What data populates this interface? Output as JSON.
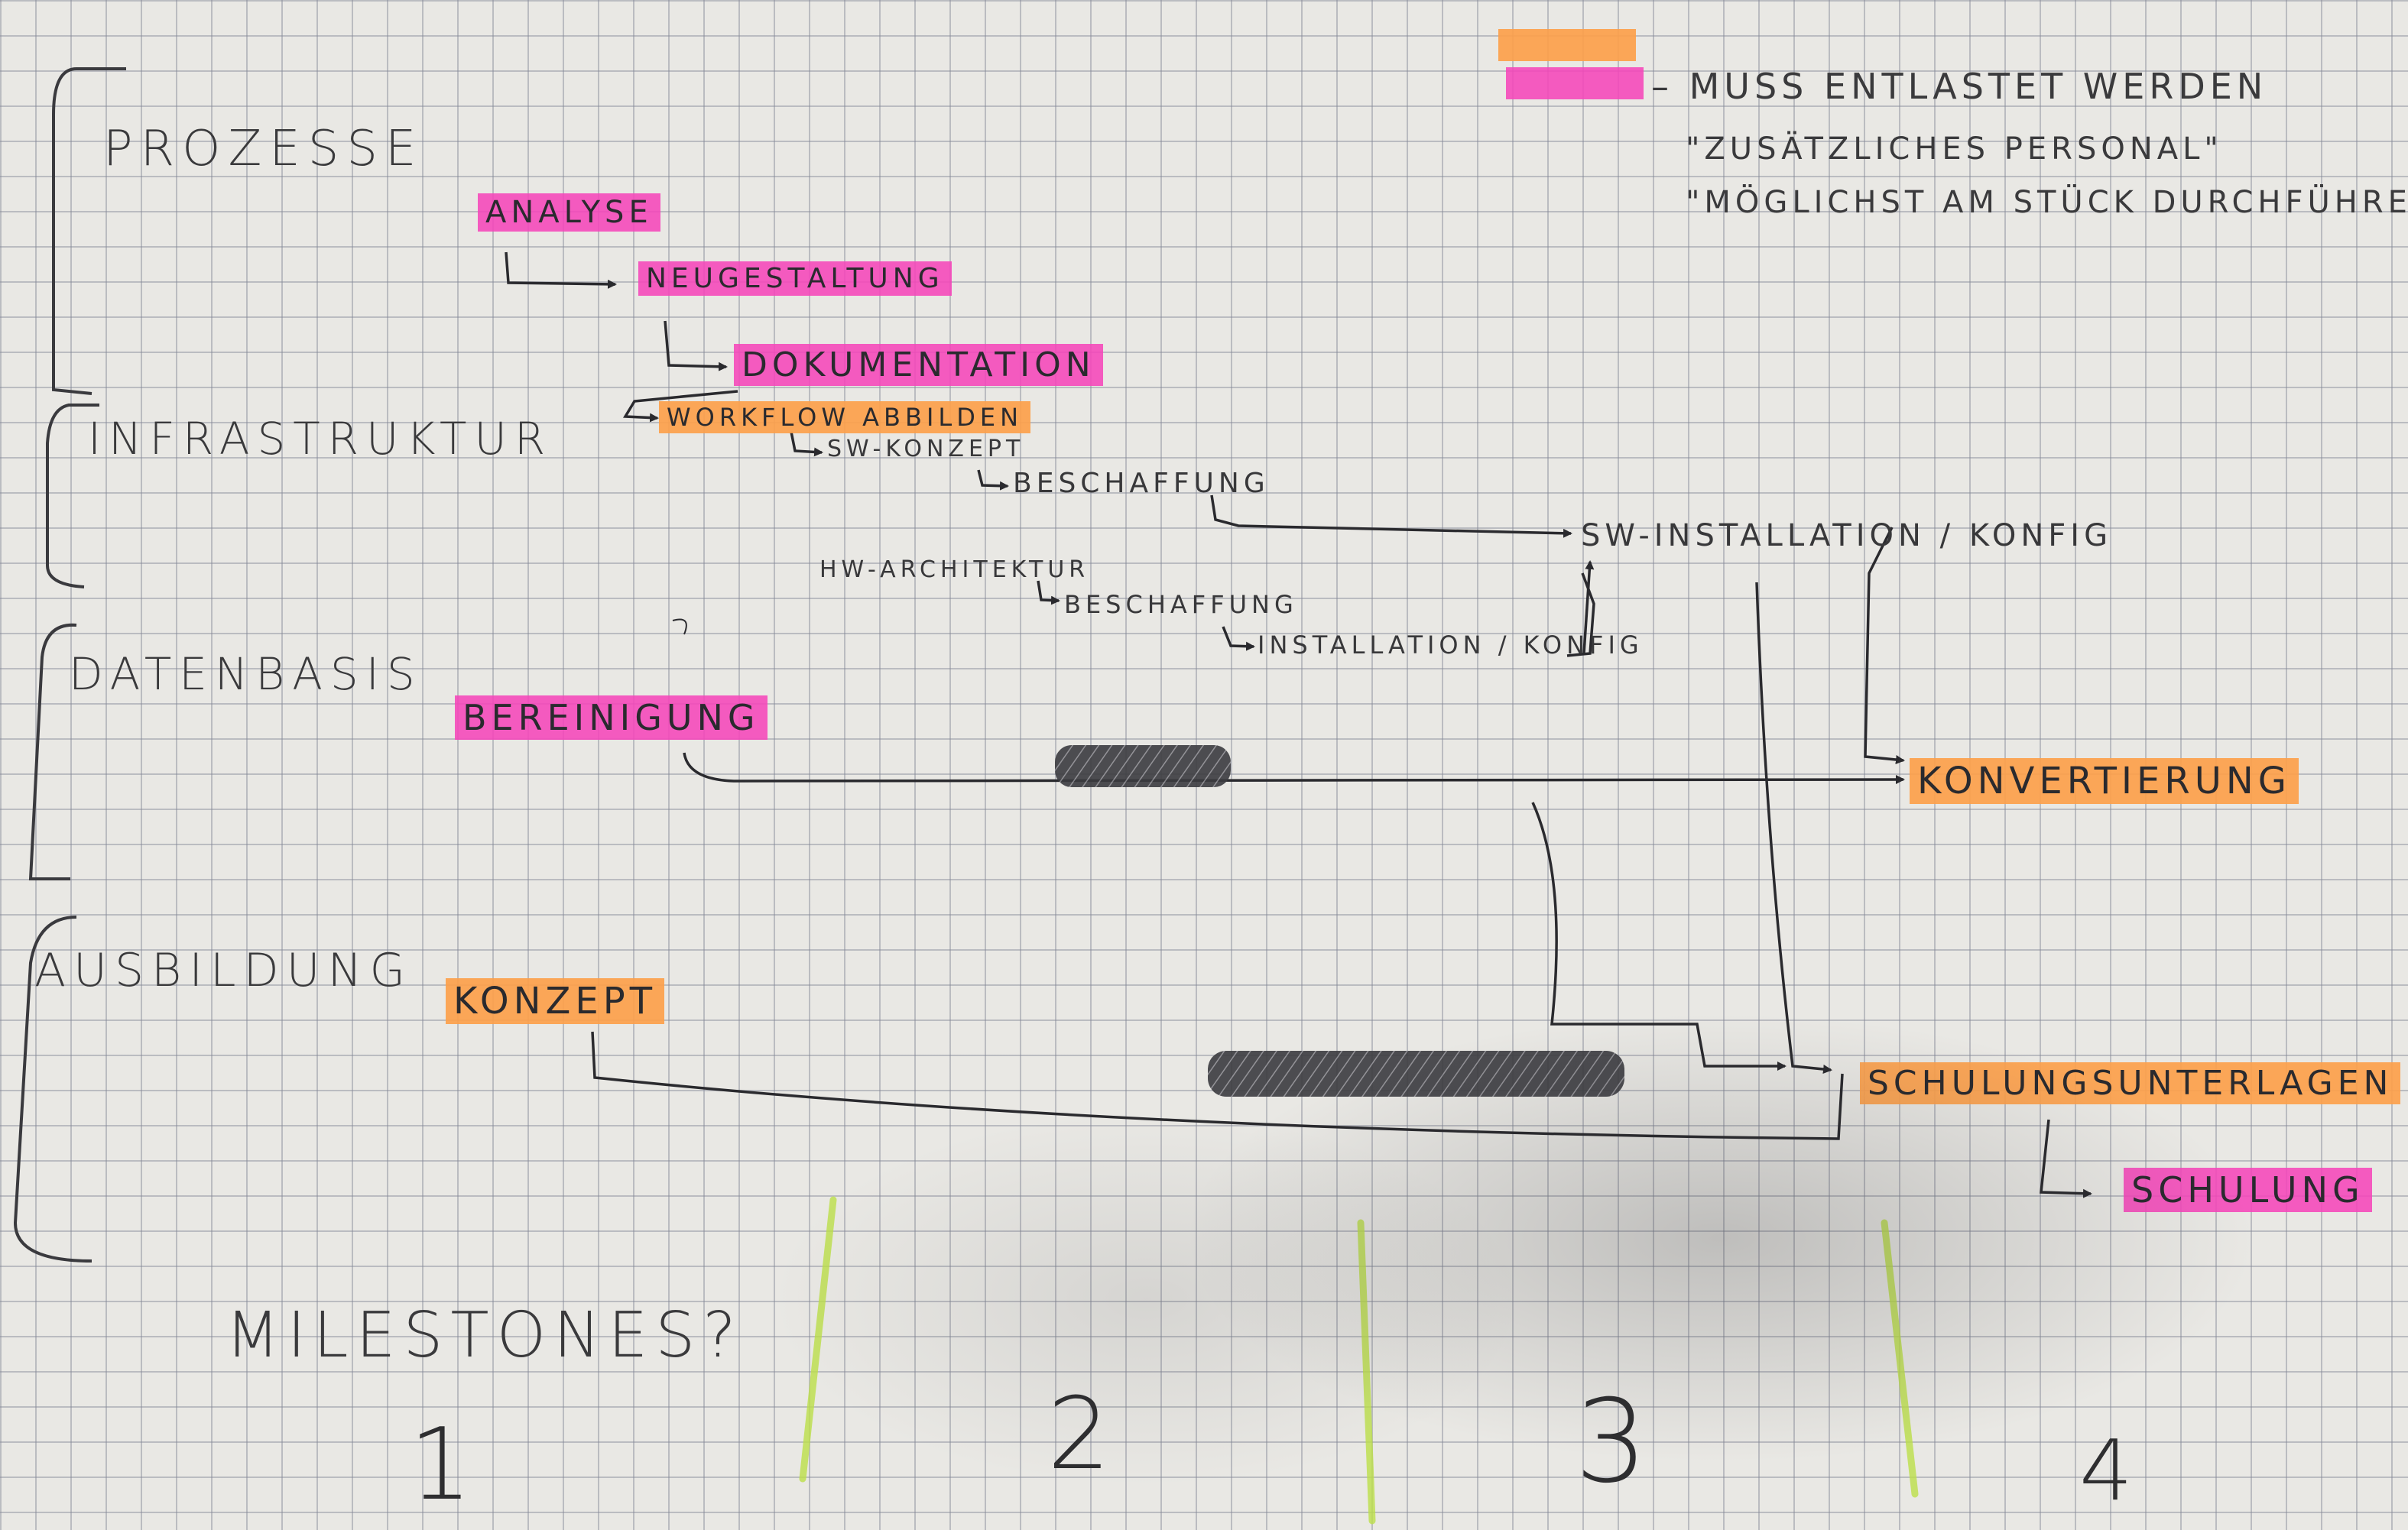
{
  "legend": {
    "text": "– MUSS ENTLASTET WERDEN",
    "note1": "\"ZUSÄTZLICHES PERSONAL\"",
    "note2": "\"MÖGLICHST AM STÜCK DURCHFÜHREN",
    "colors": {
      "pink": "#f546b9",
      "orange": "#fca04b"
    }
  },
  "categories": {
    "prozesse": "PROZESSE",
    "infrastruktur": "INFRASTRUKTUR",
    "datenbasis": "DATENBASIS",
    "ausbildung": "AUSBILDUNG"
  },
  "tasks": {
    "analyse": "ANALYSE",
    "neugestaltung": "NEUGESTALTUNG",
    "dokumentation": "DOKUMENTATION",
    "workflow": "WORKFLOW ABBILDEN",
    "sw_konzept": "SW-KONZEPT",
    "beschaffung1": "BESCHAFFUNG",
    "sw_installation": "SW-INSTALLATION / KONFIG",
    "hw_architektur": "HW-ARCHITEKTUR",
    "beschaffung2": "BESCHAFFUNG",
    "installation": "INSTALLATION / KONFIG",
    "bereinigung": "BEREINIGUNG",
    "konvertierung": "KONVERTIERUNG",
    "konzept": "KONZEPT",
    "schulungsunterlagen": "SCHULUNGSUNTERLAGEN",
    "schulung": "SCHULUNG"
  },
  "milestones": {
    "title": "MILESTONES?",
    "labels": [
      "1",
      "2",
      "3",
      "4"
    ]
  }
}
